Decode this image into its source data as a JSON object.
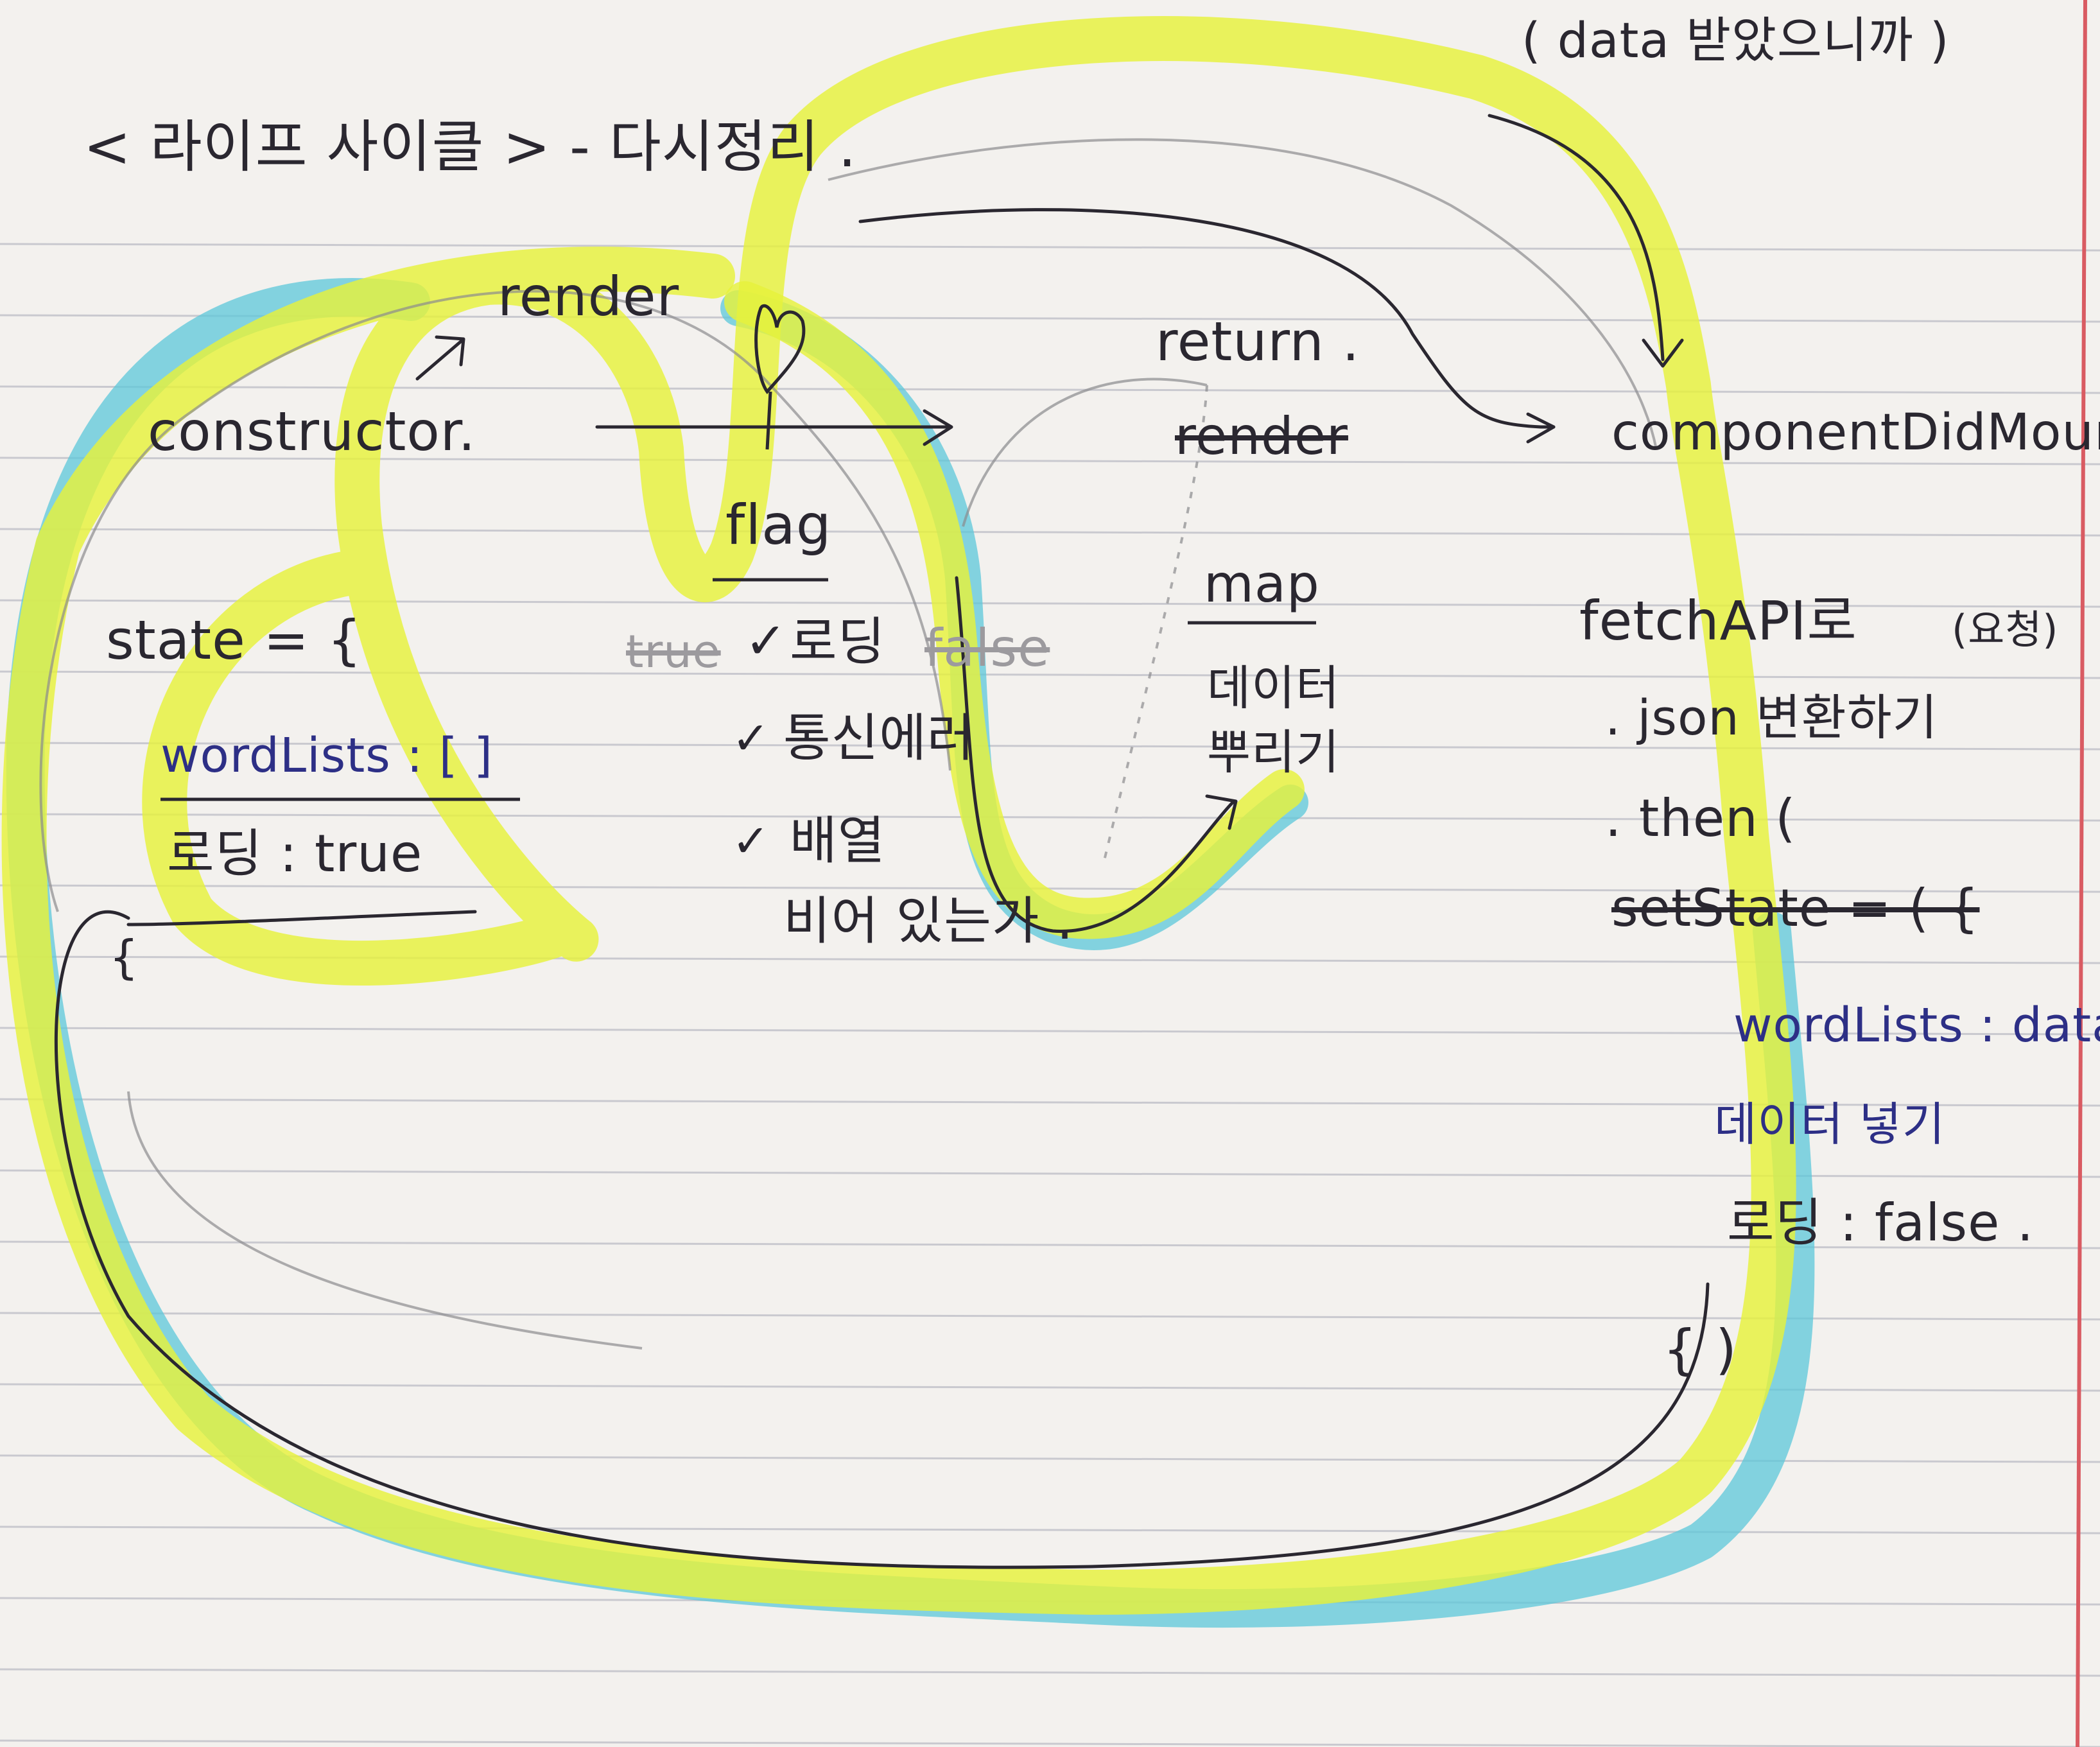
{
  "colors": {
    "paper": "#f3f1ee",
    "rule_line": "#c9c9cf",
    "margin_red": "#d95b62",
    "ink": "#2a2730",
    "ink_blue": "#2d2f86",
    "highlighter_yellow": "#e6f23c",
    "highlighter_cyan": "#5cc7d9",
    "pencil": "#8b8b8e"
  },
  "title": "< 라이프 사이클 > - 다시정리 .",
  "corner_note": "( data 받았으니까 )",
  "steps": {
    "constructor": {
      "label": "constructor.",
      "state_line": "state  = {",
      "wordlists": "wordLists : [ ]",
      "loading": "로딩 : true",
      "close_brace": "{"
    },
    "render": {
      "label": "render",
      "icon": "heart-icon",
      "flag": "flag",
      "check_loading_true": "true",
      "check_loading": "로딩",
      "check_loading_false": "false",
      "check_error": "통신에러",
      "check_array": "배열",
      "check_array_empty": "비어 있는가 .",
      "check_mark": "✓"
    },
    "return_step": {
      "label": "return .",
      "struck": "render",
      "map": "map",
      "data": "데이터",
      "show": "뿌리기"
    },
    "component_did_mount": {
      "label": "componentDidMount",
      "fetch": "fetchAPI로",
      "fetch_aside": "(요청)",
      "json": ". json 변환하기",
      "then": ". then (",
      "setstate": "setState = ( {",
      "wordlists_data": "wordLists : data",
      "data_put": "데이터 넣기",
      "loading_false": "로딩 : false .",
      "close": "{ )"
    }
  }
}
